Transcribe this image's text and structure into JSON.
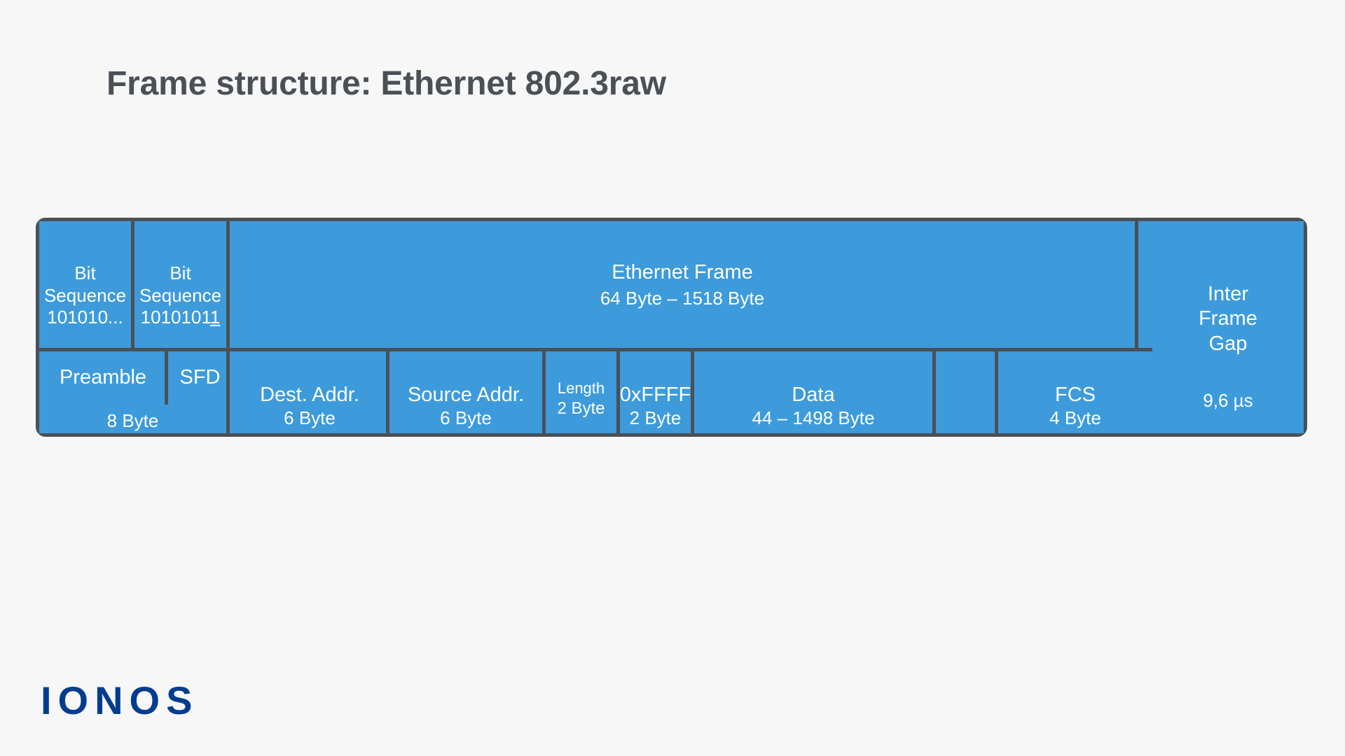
{
  "title": "Frame structure: Ethernet 802.3raw",
  "colors": {
    "background": "#f7f7f7",
    "cell_fill": "#3d9bdc",
    "border": "#4a5056",
    "title_text": "#4a5056",
    "cell_text": "#ffffff",
    "logo": "#003d8f"
  },
  "diagram": {
    "top_row": [
      {
        "name": "bit-sequence-preamble",
        "label_line1": "Bit",
        "label_line2": "Sequence",
        "value": "101010...",
        "value_underlined": ""
      },
      {
        "name": "bit-sequence-sfd",
        "label_line1": "Bit",
        "label_line2": "Sequence",
        "value": "1010101",
        "value_underlined": "1"
      },
      {
        "name": "ethernet-frame",
        "label": "Ethernet Frame",
        "size": "64 Byte – 1518 Byte"
      }
    ],
    "inter_frame_gap": {
      "label_line1": "Inter",
      "label_line2": "Frame",
      "label_line3": "Gap",
      "duration": "9,6 µs"
    },
    "bottom_row": [
      {
        "name": "preamble",
        "label": "Preamble",
        "size": "8 Byte"
      },
      {
        "name": "sfd",
        "label": "SFD",
        "size": ""
      },
      {
        "name": "dest-addr",
        "label": "Dest. Addr.",
        "size": "6 Byte"
      },
      {
        "name": "source-addr",
        "label": "Source Addr.",
        "size": "6 Byte"
      },
      {
        "name": "length",
        "label": "Length",
        "size": "2 Byte"
      },
      {
        "name": "ethertype",
        "label": "0xFFFF",
        "size": "2 Byte"
      },
      {
        "name": "data",
        "label": "Data",
        "size": "44 – 1498 Byte"
      },
      {
        "name": "fcs",
        "label": "FCS",
        "size": "4 Byte"
      }
    ]
  },
  "logo": "IONOS"
}
